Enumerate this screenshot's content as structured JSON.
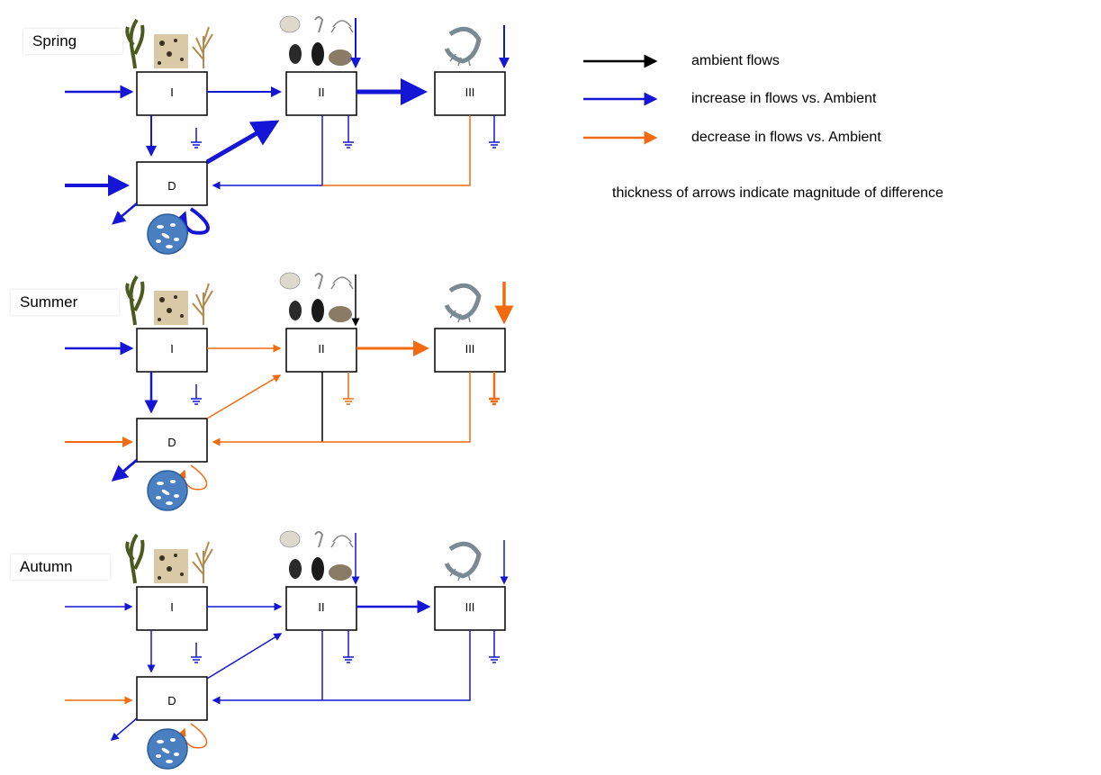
{
  "colors": {
    "ambient": "#000000",
    "increase": "#1515d6",
    "decrease": "#f26b10",
    "box_border": "#000000",
    "bacteria": "#4a7fc1"
  },
  "compartments": {
    "primary": "I",
    "secondary": "II",
    "tertiary": "III",
    "detritus": "D"
  },
  "seasons": [
    {
      "label": "Spring"
    },
    {
      "label": "Summer"
    },
    {
      "label": "Autumn"
    }
  ],
  "legend": {
    "ambient": "ambient flows",
    "increase": "increase in flows vs. Ambient",
    "decrease": "decrease in flows vs. Ambient",
    "note": "thickness of arrows indicate magnitude of difference"
  }
}
